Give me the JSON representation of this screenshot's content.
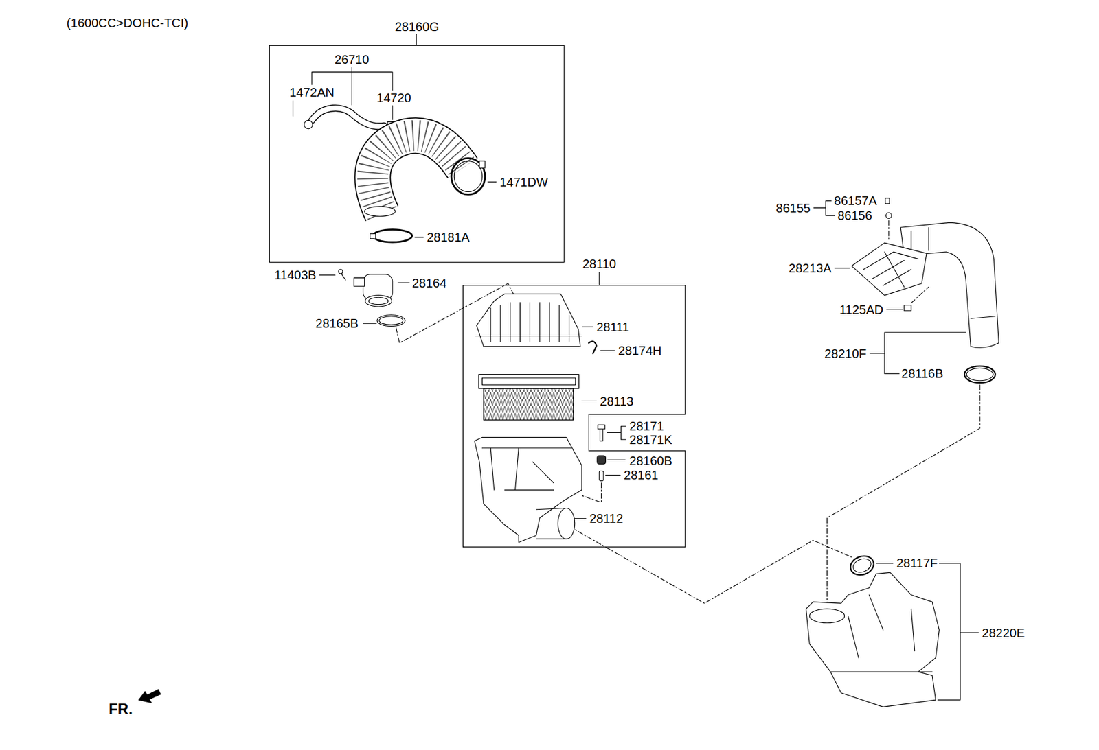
{
  "diagram": {
    "nodes": [
      {
        "text": [
          "28160G"
        ]
      },
      {
        "text": [
          "28110"
        ]
      }
    ],
    "labels": [
      "(1600CC>DOHC-TCI)",
      "26710",
      "1472AN",
      "14720",
      "1471DW",
      "28181A",
      "11403B",
      "28164",
      "28165B",
      "28111",
      "28174H",
      "28113",
      "28171",
      "28171K",
      "28160B",
      "28161",
      "28112",
      "86155",
      "86157A",
      "86156",
      "28213A",
      "1125AD",
      "28210F",
      "28116B",
      "28117F",
      "28220E",
      "FR."
    ]
  }
}
